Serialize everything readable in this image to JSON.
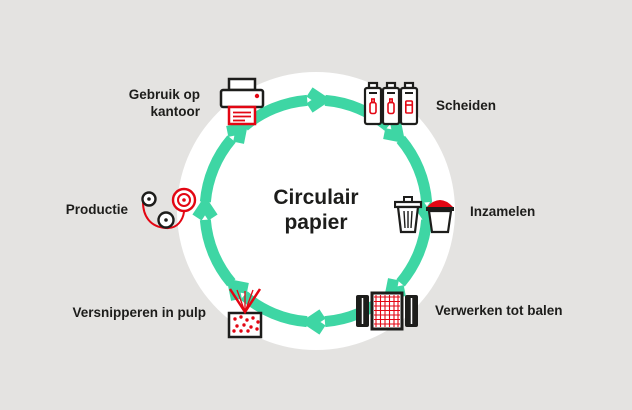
{
  "title": "Circulair papier",
  "center": {
    "title_lines": [
      "Circulair",
      "papier"
    ]
  },
  "colors": {
    "background": "#e4e3e1",
    "inner_circle": "#ffffff",
    "ring_green": "#3ed6a4",
    "accent_red": "#e30613",
    "icon_black": "#1d1d1b",
    "text": "#1d1d1b"
  },
  "stages": [
    {
      "label": "Gebruik op kantoor",
      "icon": "printer-icon"
    },
    {
      "label": "Scheiden",
      "icon": "separation-bins-icon"
    },
    {
      "label": "Inzamelen",
      "icon": "collection-containers-icon"
    },
    {
      "label": "Verwerken tot balen",
      "icon": "paper-bales-icon"
    },
    {
      "label": "Versnipperen in pulp",
      "icon": "pulp-shredder-icon"
    },
    {
      "label": "Productie",
      "icon": "paper-rolls-icon"
    }
  ]
}
